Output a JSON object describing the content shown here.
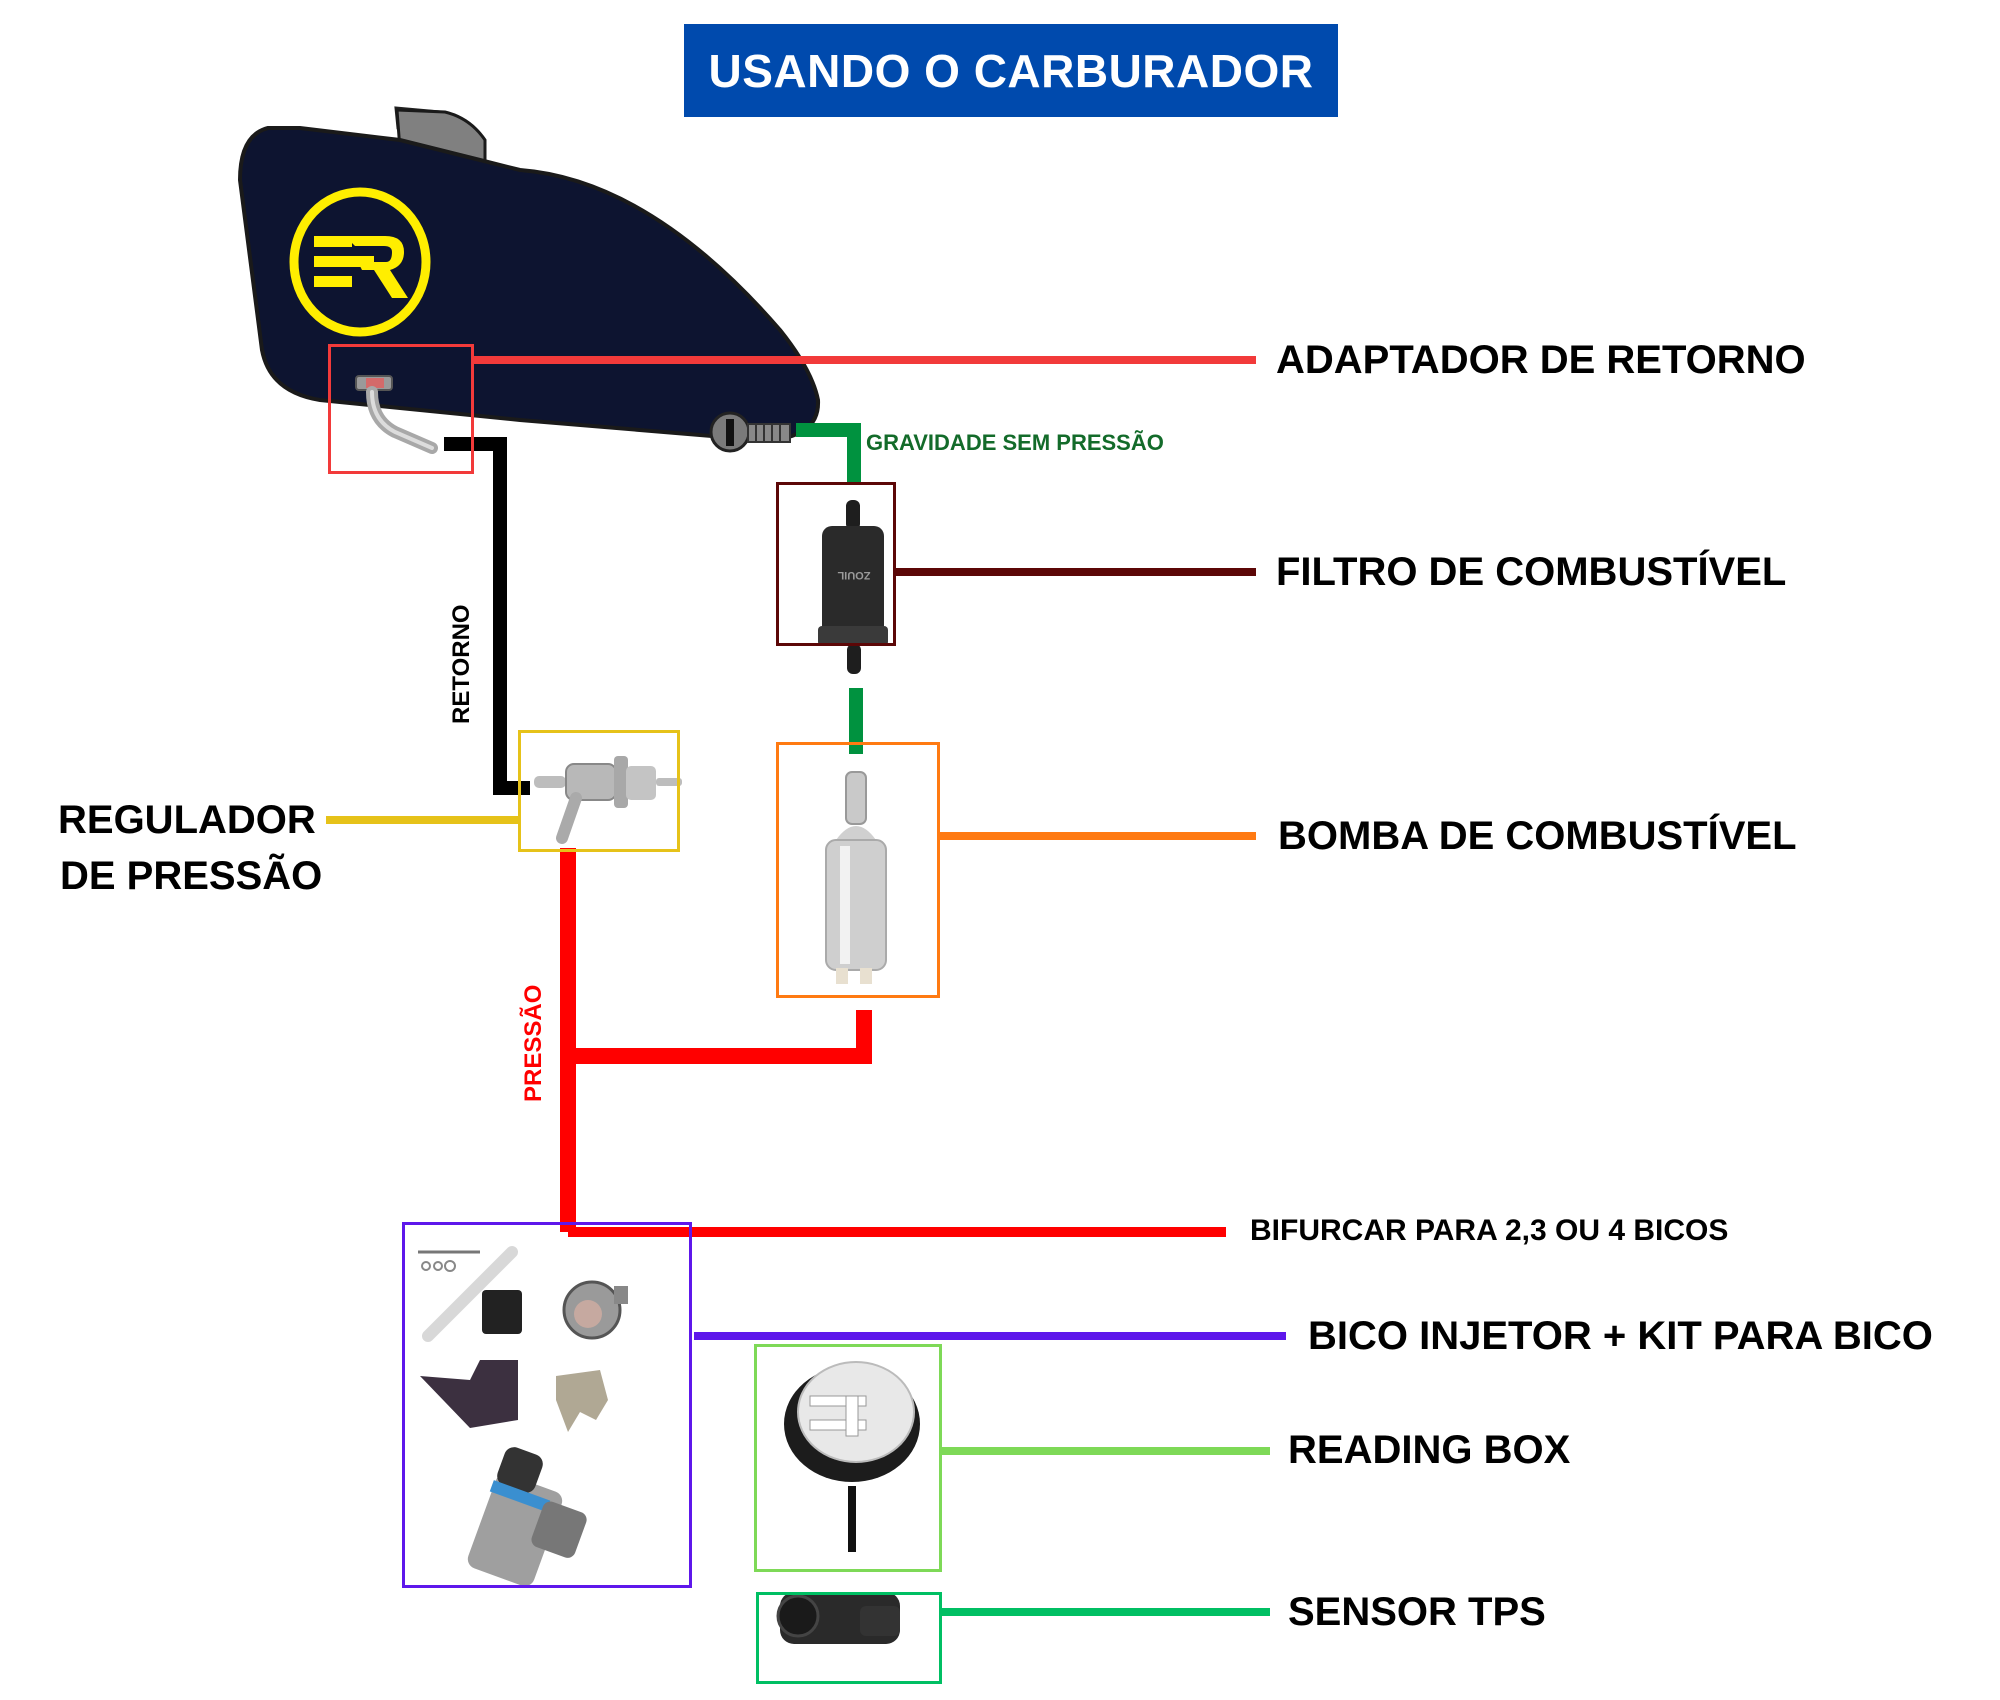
{
  "title": "USANDO O CARBURADOR",
  "colors": {
    "title_bg": "#004aad",
    "tank": "#0d1430",
    "logo": "#ffee00",
    "adaptador": "#f23a3a",
    "retorno": "#000000",
    "gravidade": "#00923f",
    "filtro": "#5c0707",
    "bomba": "#ff7a12",
    "regulador": "#e6c219",
    "pressao": "#ff0000",
    "bico": "#5e17eb",
    "reading_box": "#7ed957",
    "sensor_tps": "#00bf63"
  },
  "pipes": {
    "retorno_label": "RETORNO",
    "gravidade_label": "GRAVIDADE SEM PRESSÃO",
    "pressao_label": "PRESSÃO"
  },
  "components": {
    "adaptador": {
      "label": "ADAPTADOR DE RETORNO"
    },
    "filtro": {
      "label": "FILTRO DE COMBUSTÍVEL",
      "brand": "ZOUIL"
    },
    "bomba": {
      "label": "BOMBA DE COMBUSTÍVEL"
    },
    "regulador": {
      "label_line1": "REGULADOR",
      "label_line2": "DE PRESSÃO"
    },
    "bifurcar": {
      "label": "BIFURCAR PARA 2,3 OU 4 BICOS"
    },
    "bico": {
      "label": "BICO INJETOR + KIT PARA BICO"
    },
    "reading_box": {
      "label": "READING BOX"
    },
    "sensor_tps": {
      "label": "SENSOR TPS"
    }
  },
  "icons": {
    "tank": "fuel-tank-icon",
    "logo": "er-logo-icon",
    "fuel_cock": "fuel-cock-valve-icon"
  }
}
